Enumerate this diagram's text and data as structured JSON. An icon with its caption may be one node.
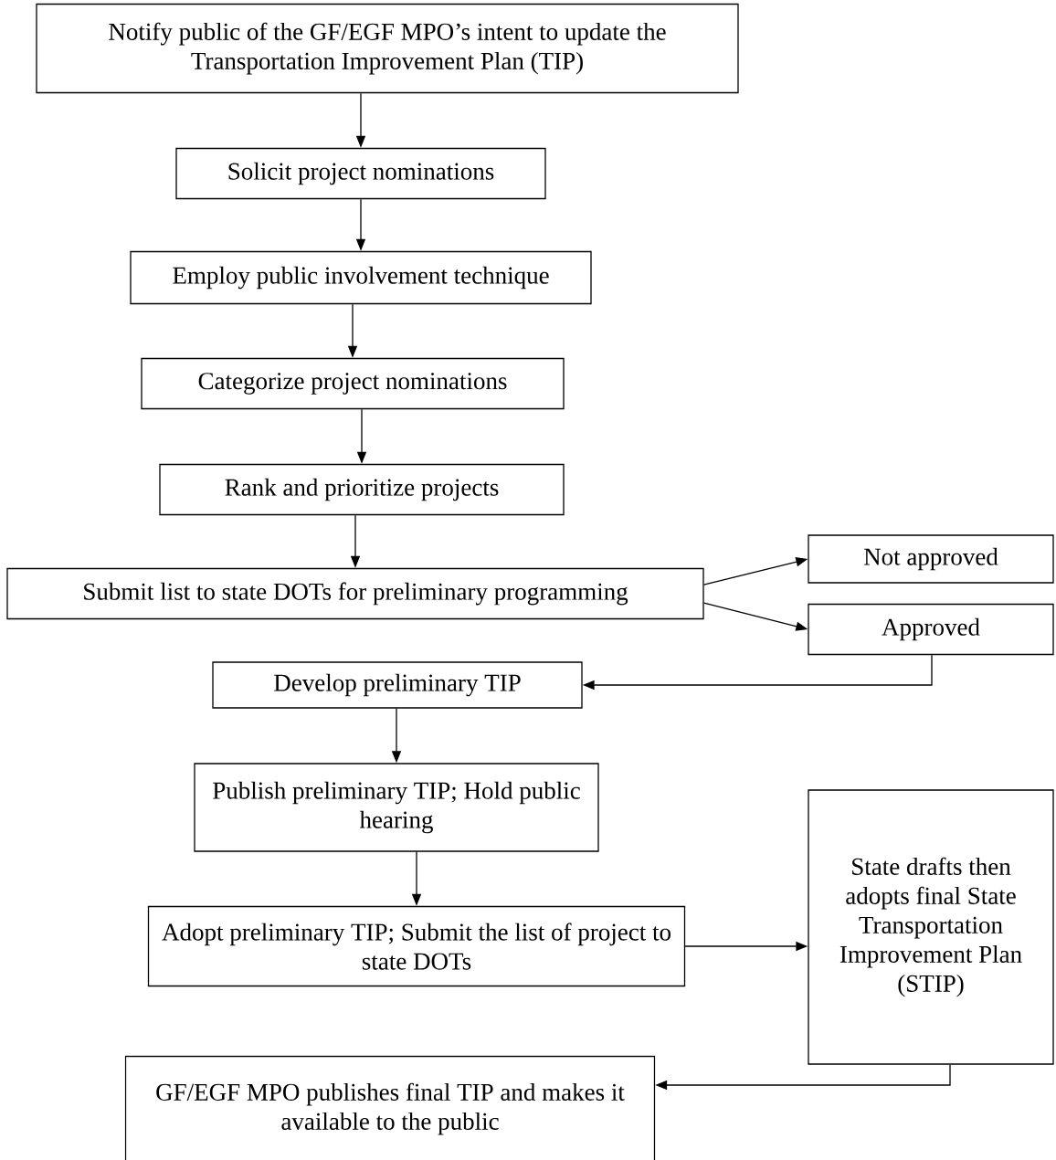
{
  "diagram": {
    "nodes": [
      {
        "text": [
          "Notify public of the GF/EGF MPO’s intent to update the Transportation Improvement Plan (TIP)"
        ]
      },
      {
        "text": [
          "Solicit project nominations"
        ]
      },
      {
        "text": [
          "Employ public involvement technique"
        ]
      },
      {
        "text": [
          "Categorize project nominations"
        ]
      },
      {
        "text": [
          "Rank and prioritize projects"
        ]
      },
      {
        "text": [
          "Submit list to state DOTs for preliminary programming"
        ]
      },
      {
        "text": [
          "Not approved"
        ]
      },
      {
        "text": [
          "Approved"
        ]
      },
      {
        "text": [
          "Develop preliminary TIP"
        ]
      },
      {
        "text": [
          "Publish preliminary TIP; Hold public hearing"
        ]
      },
      {
        "text": [
          "Adopt preliminary TIP; Submit the list of project to state DOTs"
        ]
      },
      {
        "text": [
          "State drafts then adopts final State Transportation Improvement Plan (STIP)"
        ]
      },
      {
        "text": [
          "GF/EGF MPO publishes final TIP and makes it available to the public"
        ]
      }
    ],
    "edges": [
      {
        "from": 0,
        "to": 1,
        "arrow": "to"
      },
      {
        "from": 1,
        "to": 2,
        "arrow": "to"
      },
      {
        "from": 2,
        "to": 3,
        "arrow": "to"
      },
      {
        "from": 3,
        "to": 4,
        "arrow": "to"
      },
      {
        "from": 4,
        "to": 5,
        "arrow": "to"
      },
      {
        "from": 5,
        "to": 6,
        "arrow": "to"
      },
      {
        "from": 5,
        "to": 7,
        "arrow": "to"
      },
      {
        "from": 7,
        "to": 8,
        "arrow": "to"
      },
      {
        "from": 8,
        "to": 9,
        "arrow": "to"
      },
      {
        "from": 9,
        "to": 10,
        "arrow": "to"
      },
      {
        "from": 10,
        "to": 11,
        "arrow": "to"
      },
      {
        "from": 11,
        "to": 12,
        "arrow": "to"
      }
    ]
  }
}
